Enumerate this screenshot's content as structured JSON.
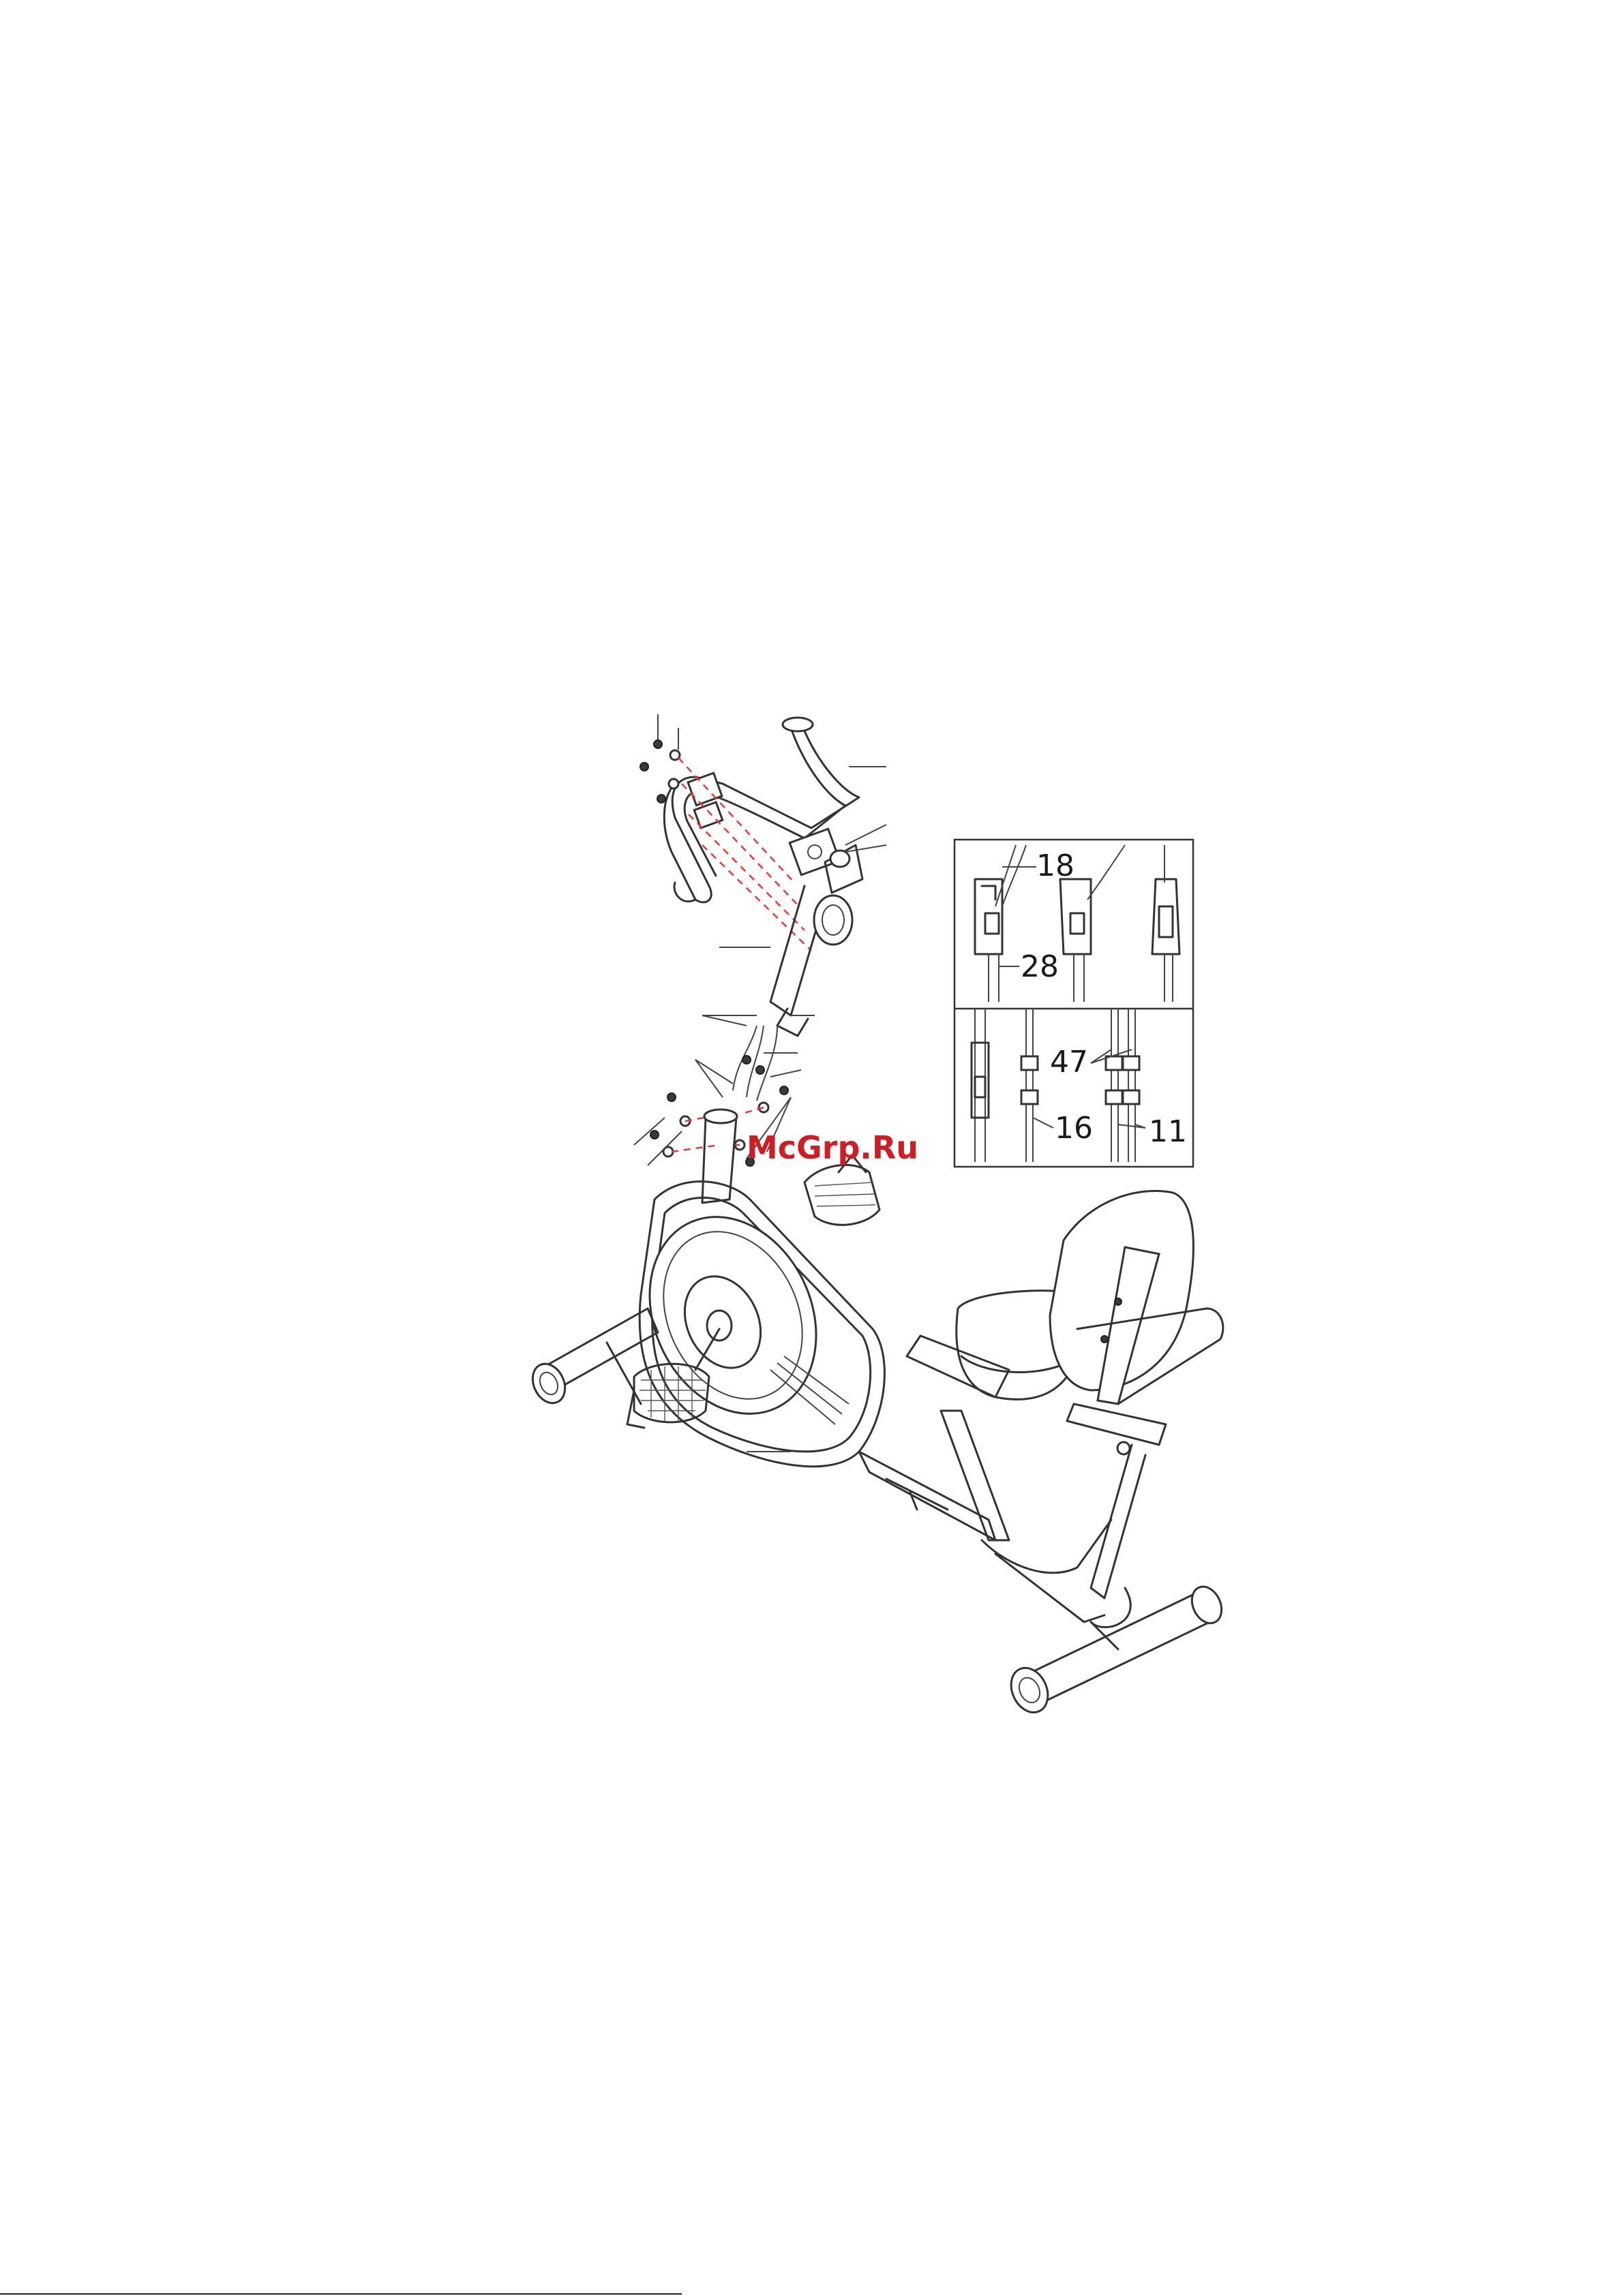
{
  "diagram": {
    "callouts": {
      "part_18": "18",
      "part_28": "28",
      "part_47": "47",
      "part_16": "16",
      "part_11": "11"
    },
    "watermark": "McGrp.Ru"
  }
}
